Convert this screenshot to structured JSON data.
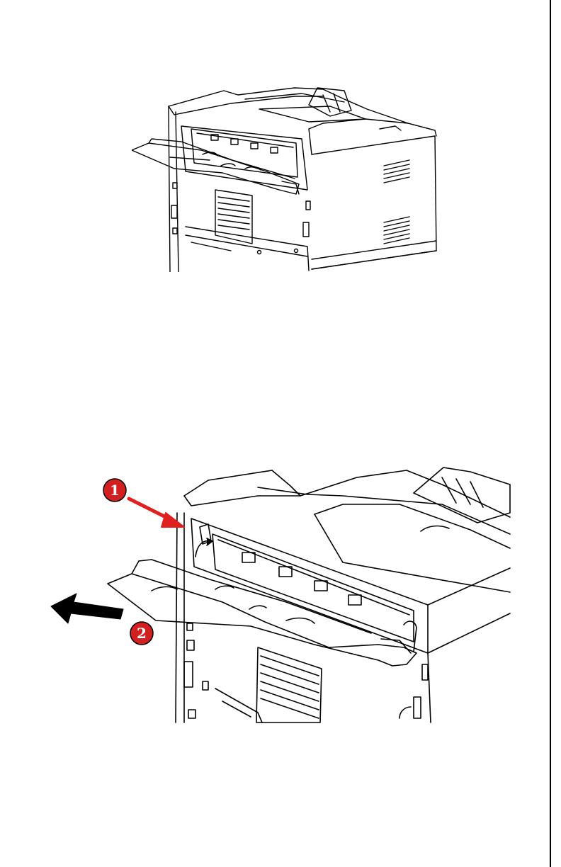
{
  "figures": {
    "top": {
      "icon": "printer-rear-rear-exit-tray-open-illustration"
    },
    "bottom": {
      "icon": "printer-rear-exit-tray-opening-illustration",
      "callouts": [
        {
          "number": "1",
          "icon": "red-arrow-icon"
        },
        {
          "number": "2",
          "icon": "black-arrow-icon"
        }
      ]
    }
  },
  "colors": {
    "line": "#000000",
    "callout_red": "#d21f1f",
    "arrow_red": "#e0201e",
    "paper": "#ffffff"
  }
}
